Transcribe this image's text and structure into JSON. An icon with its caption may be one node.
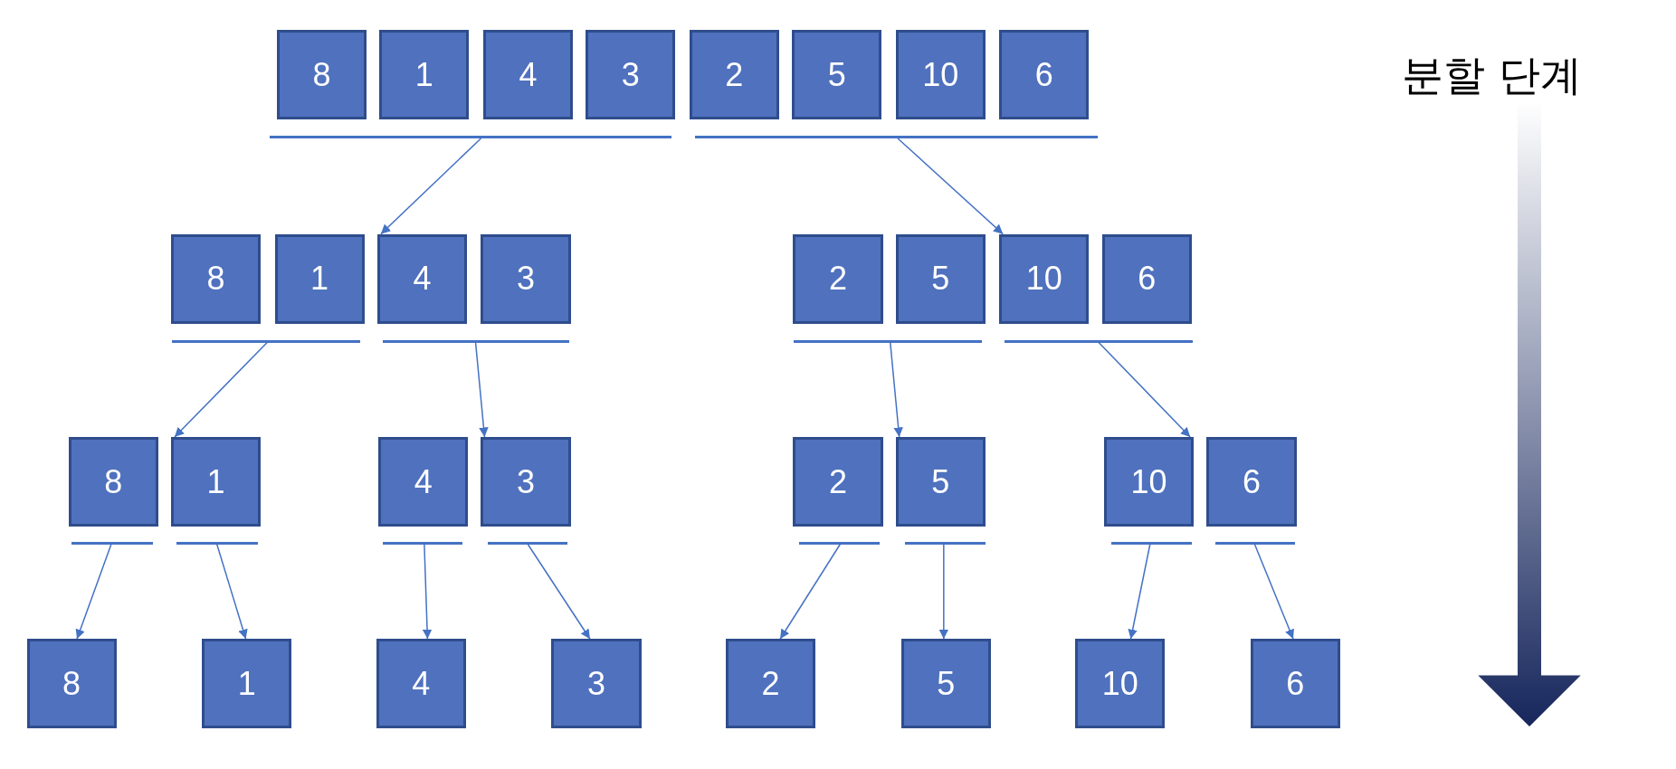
{
  "diagram": {
    "nodes": [
      {
        "text": [
          "8"
        ]
      },
      {
        "text": [
          "1"
        ]
      },
      {
        "text": [
          "4"
        ]
      },
      {
        "text": [
          "3"
        ]
      },
      {
        "text": [
          "2"
        ]
      },
      {
        "text": [
          "5"
        ]
      },
      {
        "text": [
          "10"
        ]
      },
      {
        "text": [
          "6"
        ]
      },
      {
        "text": [],
        "shape": "bar"
      },
      {
        "text": [],
        "shape": "bar"
      },
      {
        "text": [
          "8"
        ]
      },
      {
        "text": [
          "1"
        ]
      },
      {
        "text": [
          "4"
        ]
      },
      {
        "text": [
          "3"
        ]
      },
      {
        "text": [
          "2"
        ]
      },
      {
        "text": [
          "5"
        ]
      },
      {
        "text": [
          "10"
        ]
      },
      {
        "text": [
          "6"
        ]
      },
      {
        "text": [],
        "shape": "bar"
      },
      {
        "text": [],
        "shape": "bar"
      },
      {
        "text": [],
        "shape": "bar"
      },
      {
        "text": [],
        "shape": "bar"
      },
      {
        "text": [
          "8"
        ]
      },
      {
        "text": [
          "1"
        ]
      },
      {
        "text": [
          "4"
        ]
      },
      {
        "text": [
          "3"
        ]
      },
      {
        "text": [
          "2"
        ]
      },
      {
        "text": [
          "5"
        ]
      },
      {
        "text": [
          "10"
        ]
      },
      {
        "text": [
          "6"
        ]
      },
      {
        "text": [],
        "shape": "bar"
      },
      {
        "text": [],
        "shape": "bar"
      },
      {
        "text": [],
        "shape": "bar"
      },
      {
        "text": [],
        "shape": "bar"
      },
      {
        "text": [],
        "shape": "bar"
      },
      {
        "text": [],
        "shape": "bar"
      },
      {
        "text": [],
        "shape": "bar"
      },
      {
        "text": [],
        "shape": "bar"
      },
      {
        "text": [
          "8"
        ]
      },
      {
        "text": [
          "1"
        ]
      },
      {
        "text": [
          "4"
        ]
      },
      {
        "text": [
          "3"
        ]
      },
      {
        "text": [
          "2"
        ]
      },
      {
        "text": [
          "5"
        ]
      },
      {
        "text": [
          "10"
        ]
      },
      {
        "text": [
          "6"
        ]
      }
    ],
    "edges": [
      {
        "from": 8,
        "to": 12,
        "arrow": "to"
      },
      {
        "from": 9,
        "to": 16,
        "arrow": "to"
      },
      {
        "from": 18,
        "to": 23,
        "arrow": "to"
      },
      {
        "from": 19,
        "to": 25,
        "arrow": "to"
      },
      {
        "from": 20,
        "to": 27,
        "arrow": "to"
      },
      {
        "from": 21,
        "to": 28,
        "arrow": "to"
      },
      {
        "from": 30,
        "to": 38,
        "arrow": "to"
      },
      {
        "from": 31,
        "to": 39,
        "arrow": "to"
      },
      {
        "from": 32,
        "to": 40,
        "arrow": "to"
      },
      {
        "from": 33,
        "to": 41,
        "arrow": "to"
      },
      {
        "from": 34,
        "to": 42,
        "arrow": "to"
      },
      {
        "from": 35,
        "to": 43,
        "arrow": "to"
      },
      {
        "from": 36,
        "to": 44,
        "arrow": "to"
      },
      {
        "from": 37,
        "to": 45,
        "arrow": "to"
      }
    ],
    "labels": [
      "분할 단계"
    ]
  }
}
